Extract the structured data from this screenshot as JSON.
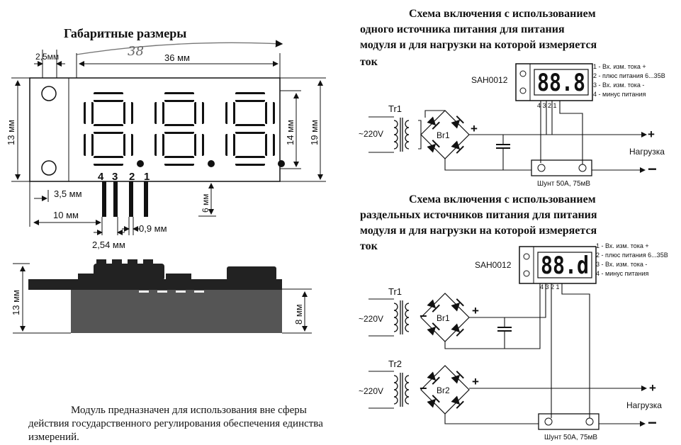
{
  "left": {
    "title": "Габаритные размеры",
    "handwritten_dim": "38",
    "dims": {
      "d_2_5": "2,5мм",
      "d_36": "36 мм",
      "d_13_left": "13 мм",
      "d_14": "14 мм",
      "d_19": "19 мм",
      "d_3_5": "3,5 мм",
      "d_6": "6 мм",
      "d_10": "10 мм",
      "d_0_9": "0,9 мм",
      "d_2_54": "2,54 мм",
      "d_13_side": "13 мм",
      "d_8": "8 мм"
    },
    "pins": [
      "4",
      "3",
      "2",
      "1"
    ],
    "display_text": "888",
    "note": "Модуль предназначен для использования вне сферы действия государственного регулирования обеспечения единства измерений."
  },
  "right": {
    "title1": "Схема включения с использованием одного источника питания для питания модуля и для нагрузки на которой измеряется ток",
    "title1_lines": [
      "Схема включения с использованием",
      "одного источника питания для питания",
      "модуля и для нагрузки на которой измеряется",
      "ток"
    ],
    "title2_lines": [
      "Схема включения с использованием",
      "раздельных источников питания для питания",
      "модуля и для нагрузки на которой измеряется",
      "ток"
    ],
    "module_name": "SAH0012",
    "display1": "88.8",
    "display2": "88.d",
    "legend": [
      "1 - Вх. изм. тока +",
      "2 - плюс питания 6...35В",
      "3 - Вх. изм. тока -",
      "4 - минус питания"
    ],
    "pin_labels": "4 3 2 1",
    "tr1": "Tr1",
    "tr2": "Tr2",
    "br1": "Br1",
    "br2": "Br2",
    "voltage": "~220V",
    "plus": "+",
    "minus": "−",
    "load": "Нагрузка",
    "shunt": "Шунт 50А, 75мВ"
  }
}
